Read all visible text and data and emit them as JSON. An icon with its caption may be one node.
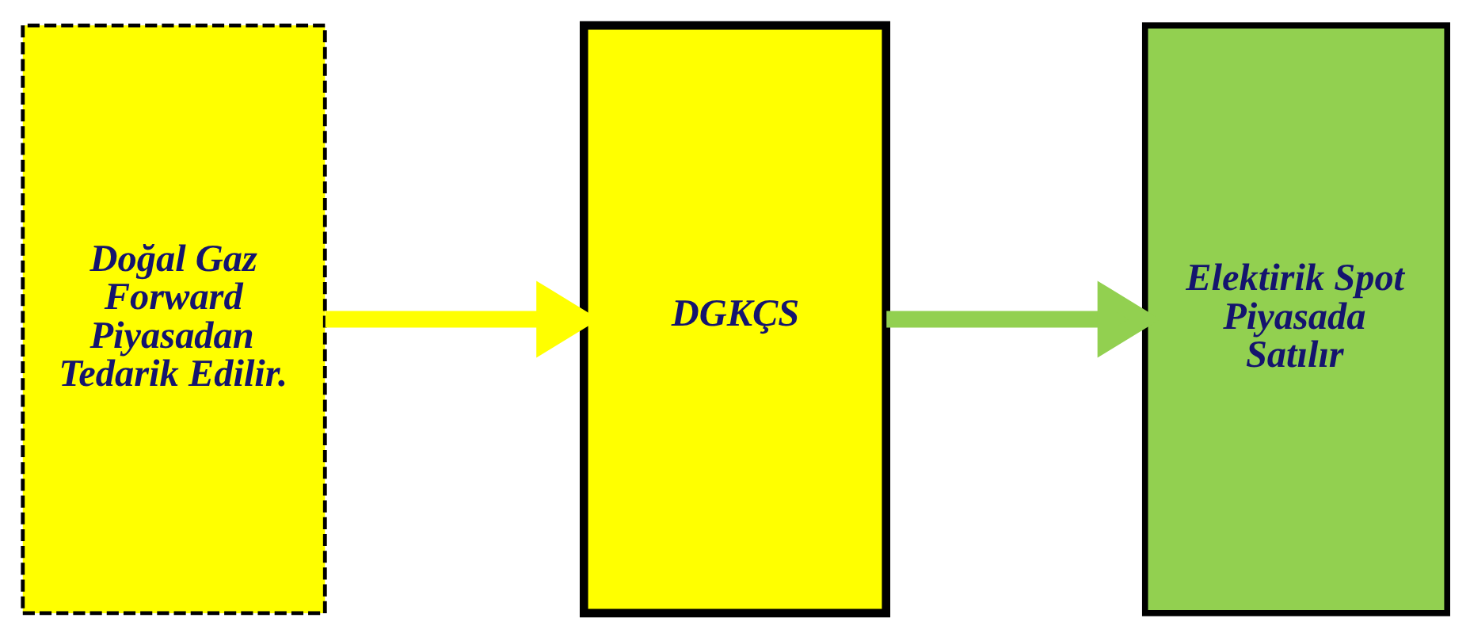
{
  "diagram": {
    "nodes": [
      {
        "text": [
          "Doğal Gaz Forward Piyasadan Tedarik Edilir."
        ]
      },
      {
        "text": [
          "DGKÇS"
        ]
      },
      {
        "text": [
          "Elektirik Spot Piyasada Satılır"
        ]
      }
    ],
    "edges": [
      {
        "from": 0,
        "to": 1,
        "arrow": "to",
        "color": "#ffff00"
      },
      {
        "from": 1,
        "to": 2,
        "arrow": "to",
        "color": "#92d050"
      }
    ]
  }
}
